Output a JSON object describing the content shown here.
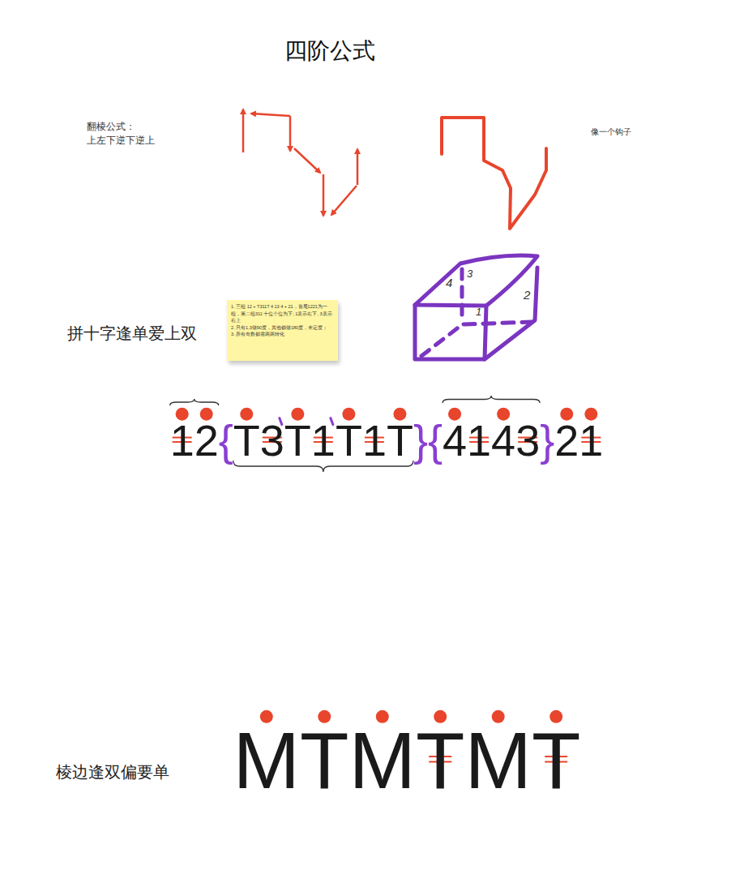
{
  "diagram": {
    "title": "四阶公式",
    "nodes": [
      {
        "text": [
          "1. 三组 12 + T311T 4 13 4 + 21，首尾1221为一组，第二组311 十位个位为下; 1表示右下, 3表示右上",
          "2. 只有1,3做90度，其他都做180度，未定度；",
          "3. 所有奇数都需两两转化"
        ]
      }
    ],
    "labels": [
      "翻棱公式：",
      "上左下逆下逆上",
      "像一个钩子",
      "拼十字逢单爱上双",
      "4",
      "3",
      "1",
      "2",
      "12{T3T1T1T}{4143}21",
      "棱边逢双偏要单",
      "MTMTMT"
    ]
  }
}
